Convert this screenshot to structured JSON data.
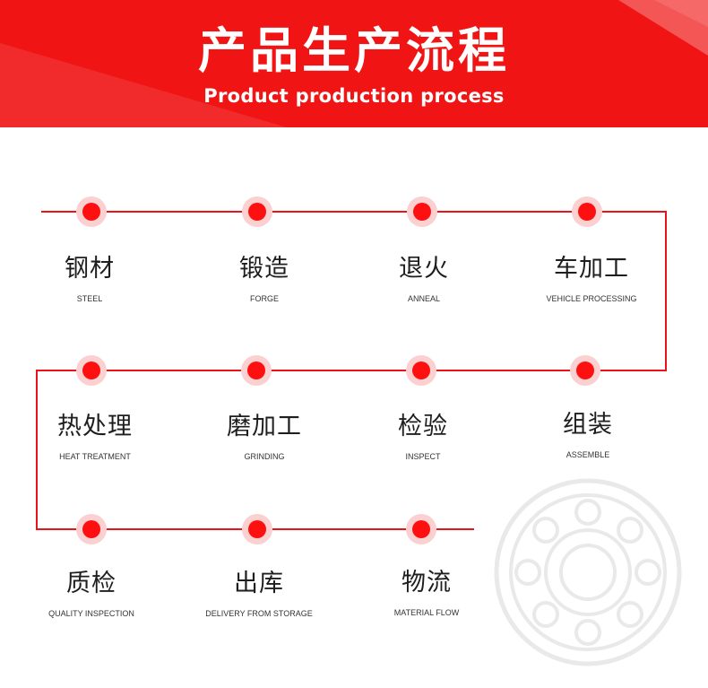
{
  "header": {
    "title": "产品生产流程",
    "subtitle": "Product production process"
  },
  "colors": {
    "brand_red": "#f01414",
    "line_red": "#e8141a",
    "dot_red": "#ff1010",
    "dot_halo": "#fbd0d0",
    "watermark_gray": "#e9e9e9"
  },
  "icons": {
    "watermark": "bearing-icon"
  },
  "steps": [
    {
      "cn": "钢材",
      "en": "STEEL"
    },
    {
      "cn": "锻造",
      "en": "FORGE"
    },
    {
      "cn": "退火",
      "en": "ANNEAL"
    },
    {
      "cn": "车加工",
      "en": "VEHICLE PROCESSING"
    },
    {
      "cn": "热处理",
      "en": "HEAT TREATMENT"
    },
    {
      "cn": "磨加工",
      "en": "GRINDING"
    },
    {
      "cn": "检验",
      "en": "INSPECT"
    },
    {
      "cn": "组装",
      "en": "ASSEMBLE"
    },
    {
      "cn": "质检",
      "en": "QUALITY INSPECTION"
    },
    {
      "cn": "出库",
      "en": "DELIVERY FROM STORAGE"
    },
    {
      "cn": "物流",
      "en": "MATERIAL FLOW"
    }
  ]
}
